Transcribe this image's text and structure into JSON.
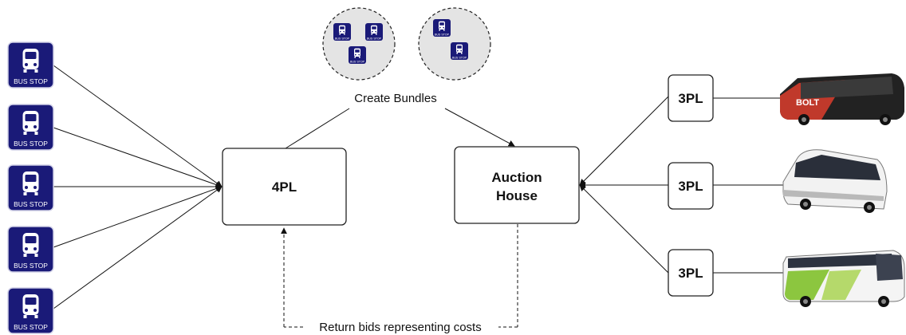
{
  "nodes": {
    "fourpl": {
      "label": "4PL"
    },
    "auction": {
      "line1": "Auction",
      "line2": "House"
    },
    "carriers": [
      {
        "label": "3PL",
        "bus": "coach-bus-red"
      },
      {
        "label": "3PL",
        "bus": "coach-bus-white"
      },
      {
        "label": "3PL",
        "bus": "coach-bus-green"
      }
    ],
    "bus_stops": [
      {
        "label": "BUS STOP",
        "icon": "bus-stop-icon"
      },
      {
        "label": "BUS STOP",
        "icon": "bus-stop-icon"
      },
      {
        "label": "BUS STOP",
        "icon": "bus-stop-icon"
      },
      {
        "label": "BUS STOP",
        "icon": "bus-stop-icon"
      },
      {
        "label": "BUS STOP",
        "icon": "bus-stop-icon"
      }
    ],
    "bundle_icon_text": "BUS STOP",
    "red_bus_logo": "BOLT"
  },
  "labels": {
    "create_bundles": "Create Bundles",
    "return_bids": "Return bids representing costs"
  },
  "colors": {
    "bus_stop_blue": "#1a1a78",
    "box_stroke": "#222222",
    "line": "#111111",
    "bus_red": "#c0392b",
    "bus_white": "#f2f2f2",
    "bus_green": "#8cc63f"
  }
}
